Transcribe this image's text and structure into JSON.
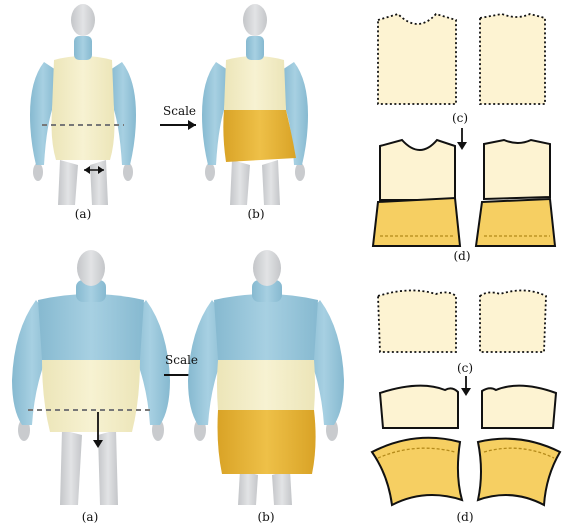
{
  "captions": {
    "top_a": "(a)",
    "top_b": "(b)",
    "top_c": "(c)",
    "top_d": "(d)",
    "bottom_a": "(a)",
    "bottom_b": "(b)",
    "bottom_c": "(c)",
    "bottom_d": "(d)"
  },
  "arrows": {
    "top_scale": "Scale",
    "bottom_scale": "Scale"
  },
  "colors": {
    "sleeve_blue": "#9cc8dc",
    "body_cream": "#f5efc6",
    "hem_yellow": "#e8b53a",
    "mannequin": "#cfd1d4",
    "pattern_fill": "#fdf3d2",
    "pattern_yellow": "#f6cf62"
  }
}
